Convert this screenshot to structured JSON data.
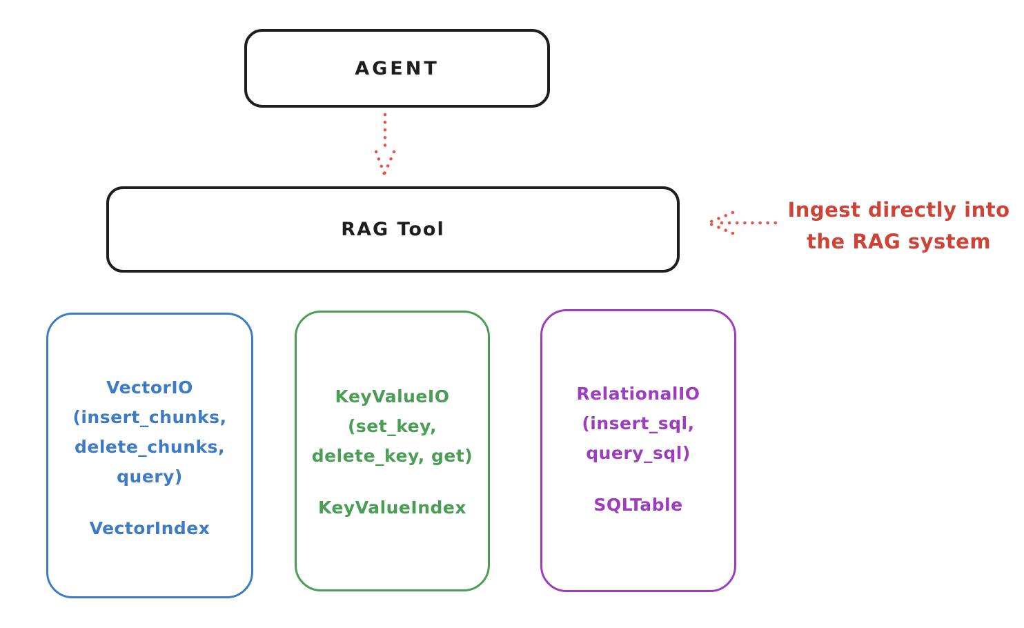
{
  "colors": {
    "ink": "#1e1e1e",
    "red-text": "#cc4338",
    "red-arrow": "#e0564b",
    "blue": "#3d7cc4",
    "green": "#4a9d54",
    "purple": "#9c3dbd",
    "bg": "#ffffff"
  },
  "nodes": {
    "agent": {
      "label": "AGENT"
    },
    "rag_tool": {
      "label": "RAG Tool"
    },
    "vector_io": {
      "title_lines": [
        "VectorIO",
        "(insert_chunks,",
        "delete_chunks,",
        "query)"
      ],
      "index_label": "VectorIndex",
      "color": "#3d7cc4"
    },
    "key_value_io": {
      "title_lines": [
        "KeyValueIO",
        "(set_key,",
        "delete_key, get)"
      ],
      "index_label": "KeyValueIndex",
      "color": "#4a9d54"
    },
    "relational_io": {
      "title_lines": [
        "RelationalIO",
        "(insert_sql,",
        "query_sql)"
      ],
      "index_label": "SQLTable",
      "color": "#9c3dbd"
    }
  },
  "annotations": {
    "ingest_note": {
      "lines": [
        "Ingest directly into",
        "the RAG system"
      ],
      "color": "#cc4338"
    }
  },
  "arrows": {
    "agent_to_rag": {
      "style": "dotted",
      "direction": "down",
      "color": "#e0564b"
    },
    "ingest_into_rag": {
      "style": "dotted",
      "direction": "left",
      "color": "#e0564b"
    }
  }
}
